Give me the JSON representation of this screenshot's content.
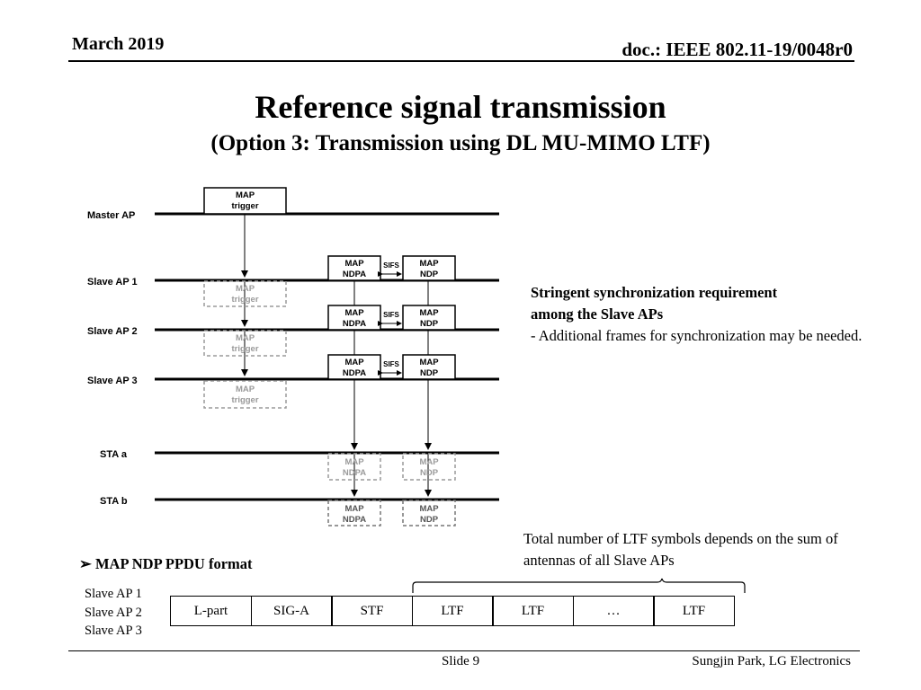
{
  "header": {
    "date": "March 2019",
    "doc_id": "doc.: IEEE 802.11-19/0048r0"
  },
  "title": "Reference signal transmission",
  "subtitle": "(Option 3: Transmission using DL MU-MIMO LTF)",
  "diagram": {
    "rows": {
      "master": "Master AP",
      "slave1": "Slave AP 1",
      "slave2": "Slave AP 2",
      "slave3": "Slave AP 3",
      "sta_a": "STA a",
      "sta_b": "STA b"
    },
    "frames": {
      "map_trigger_1": "MAP",
      "map_trigger_2": "trigger",
      "ndpa_1": "MAP",
      "ndpa_2": "NDPA",
      "ndp_1": "MAP",
      "ndp_2": "NDP",
      "sifs": "SIFS"
    }
  },
  "note": {
    "heading_1": "Stringent synchronization requirement",
    "heading_2": "among the Slave APs",
    "body": "- Additional frames for synchronization may be needed."
  },
  "ltf_note": "Total number of LTF symbols depends on the sum of antennas of all Slave APs",
  "ppdu": {
    "title": "MAP NDP PPDU format",
    "bullet": "➢",
    "labels": [
      "Slave AP 1",
      "Slave AP 2",
      "Slave AP 3"
    ],
    "fields": [
      "L-part",
      "SIG-A",
      "STF",
      "LTF",
      "LTF",
      "…",
      "LTF"
    ]
  },
  "footer": {
    "slide": "Slide 9",
    "author": "Sungjin Park, LG Electronics"
  }
}
